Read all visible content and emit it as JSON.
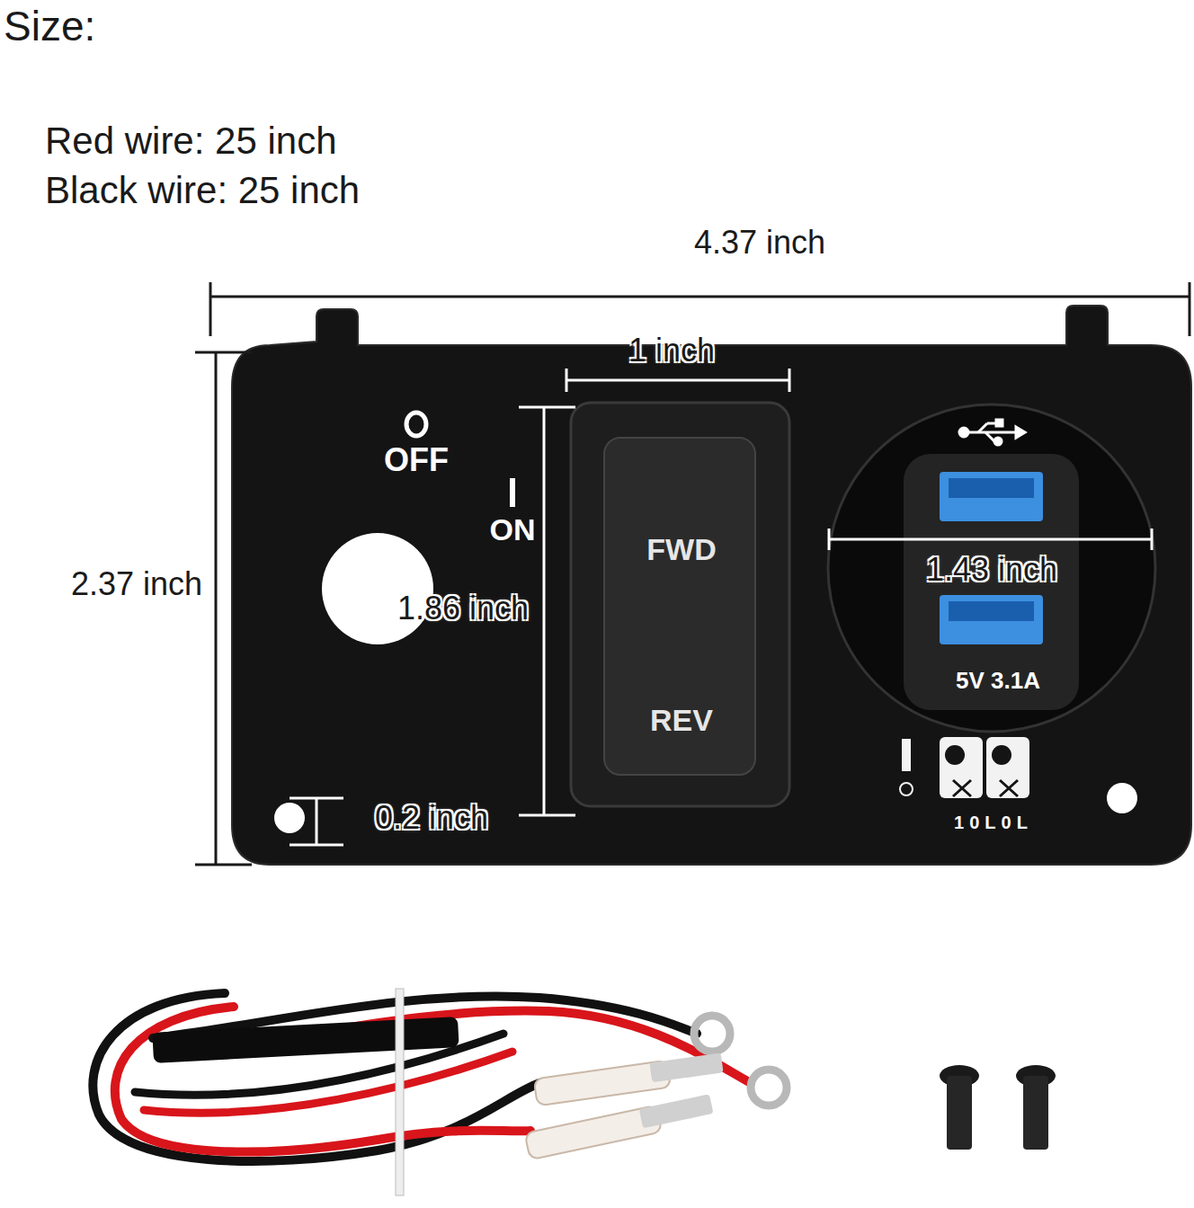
{
  "diagram": {
    "title": "Size:",
    "nodes": [
      {
        "text": [
          "OFF",
          "ON",
          "10L0L"
        ]
      },
      {
        "text": [
          "FWD",
          "REV"
        ],
        "in": 0
      },
      {
        "text": [
          "5V 3.1A"
        ],
        "in": 0
      }
    ],
    "labels": [
      "Red wire: 25 inch",
      "Black wire: 25 inch",
      "4.37 inch",
      "1 inch",
      "2.37 inch",
      "1.86 inch",
      "1.43 inch",
      "0.2 inch"
    ]
  }
}
